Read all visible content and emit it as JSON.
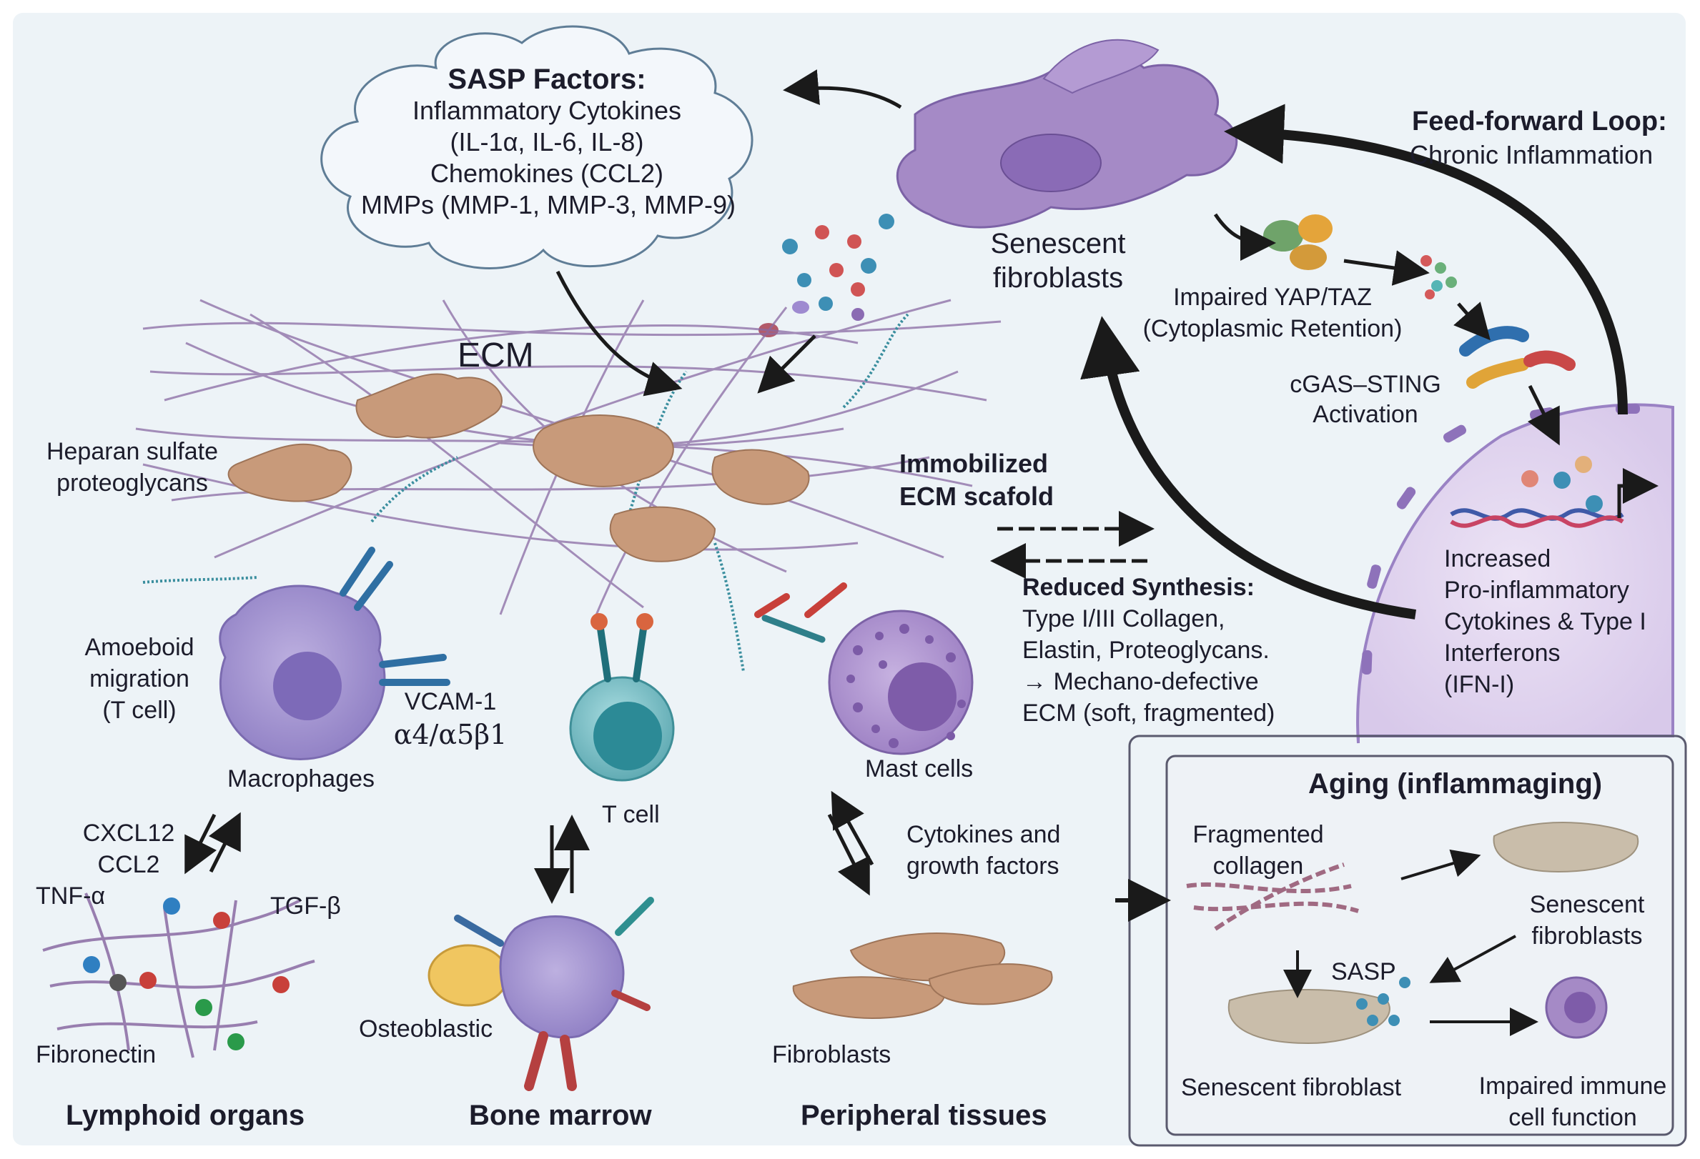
{
  "sasp": {
    "title": "SASP Factors:",
    "line1": "Inflammatory Cytokines",
    "line2": "(IL-1α, IL-6, IL-8)",
    "line3": "Chemokines (CCL2)",
    "line4": "MMPs (MMP-1, MMP-3, MMP-9)"
  },
  "feed_forward": {
    "title": "Feed-forward Loop:",
    "subtitle": "Chronic Inflammation"
  },
  "senescent_fibroblasts": {
    "line1": "Senescent",
    "line2": "fibroblasts"
  },
  "yap_taz": {
    "line1": "Impaired YAP/TAZ",
    "line2": "(Cytoplasmic Retention)"
  },
  "cgas": {
    "line1": "cGAS–STING",
    "line2": "Activation"
  },
  "nucleus": {
    "line1": "Increased",
    "line2": "Pro-inflammatory",
    "line3": "Cytokines & Type I",
    "line4": "Interferons",
    "line5": "(IFN-I)"
  },
  "ecm": {
    "label": "ECM"
  },
  "heparan": {
    "line1": "Heparan sulfate",
    "line2": "proteoglycans"
  },
  "scaffold": {
    "line1": "Immobilized",
    "line2": "ECM scafold"
  },
  "reduced": {
    "title": "Reduced Synthesis:",
    "line1": "Type I/III Collagen,",
    "line2": "Elastin, Proteoglycans.",
    "line3": "→ Mechano-defective",
    "line4": "ECM (soft, fragmented)"
  },
  "amoeboid": {
    "line1": "Amoeboid",
    "line2": "migration",
    "line3": "(T cell)"
  },
  "vcam": {
    "line1": "VCAM-1",
    "line2": "α4/α5β1"
  },
  "macrophages": {
    "label": "Macrophages"
  },
  "tcell": {
    "label": "T cell"
  },
  "mast": {
    "label": "Mast cells"
  },
  "chemokines": {
    "line1": "CXCL12",
    "line2": "CCL2"
  },
  "tnf": {
    "label": "TNF-α"
  },
  "tgf": {
    "label": "TGF-β"
  },
  "fibronectin": {
    "label": "Fibronectin"
  },
  "osteoblastic": {
    "label": "Osteoblastic"
  },
  "cytokines_growth": {
    "line1": "Cytokines and",
    "line2": "growth factors"
  },
  "fibroblasts": {
    "label": "Fibroblasts"
  },
  "sections": {
    "lymphoid": "Lymphoid organs",
    "bone_marrow": "Bone marrow",
    "peripheral": "Peripheral tissues"
  },
  "aging": {
    "title": "Aging (inflammaging)",
    "fragmented_line1": "Fragmented",
    "fragmented_line2": "collagen",
    "senescent_line1": "Senescent",
    "senescent_line2": "fibroblasts",
    "sasp": "SASP",
    "senescent_fibroblast": "Senescent fibroblast",
    "impaired_line1": "Impaired immune",
    "impaired_line2": "cell function"
  },
  "colors": {
    "background": "#edf3f7",
    "fiber": "#8a6aa3",
    "fibroblast": "#c89a7a",
    "senescent_cell": "#a58ac6",
    "macrophage": "#a493d0",
    "tcell": "#6fb6be",
    "mast": "#a98bc9",
    "arrow": "#1a1a1a"
  }
}
